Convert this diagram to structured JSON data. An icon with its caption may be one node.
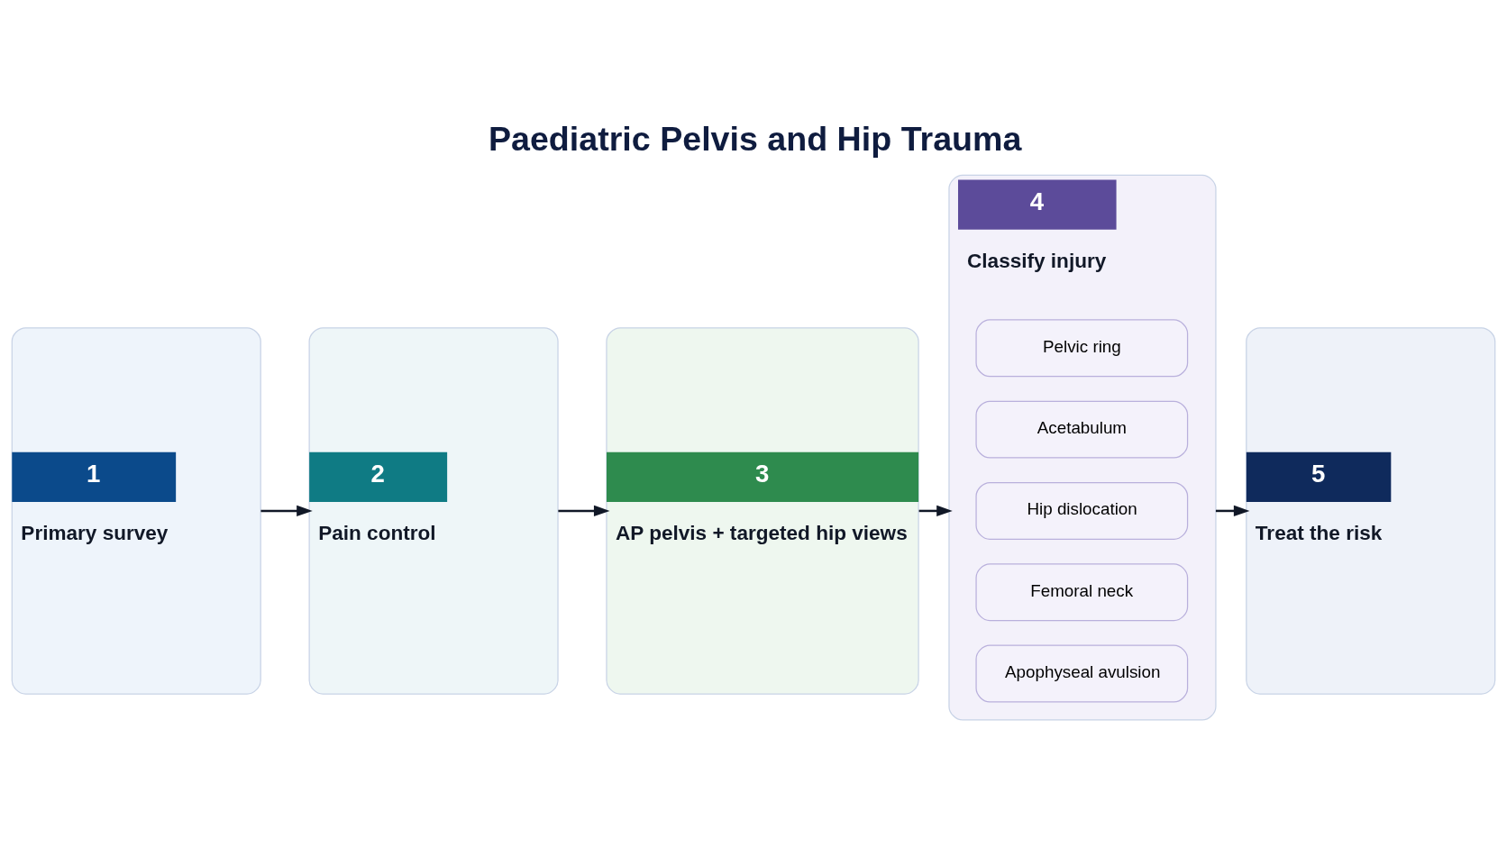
{
  "diagram": {
    "title": "Paediatric Pelvis and Hip Trauma",
    "nodes": [
      {
        "text": [
          "1",
          "Primary survey"
        ]
      },
      {
        "text": [
          "2",
          "Pain control"
        ]
      },
      {
        "text": [
          "3",
          "AP pelvis + targeted hip views"
        ]
      },
      {
        "text": [
          "4",
          "Classify injury"
        ]
      },
      {
        "text": [
          "Pelvic ring"
        ],
        "in": 3
      },
      {
        "text": [
          "Acetabulum"
        ],
        "in": 3
      },
      {
        "text": [
          "Hip dislocation"
        ],
        "in": 3
      },
      {
        "text": [
          "Femoral neck"
        ],
        "in": 3
      },
      {
        "text": [
          "Apophyseal avulsion"
        ],
        "in": 3
      },
      {
        "text": [
          "5",
          "Treat the risk"
        ]
      }
    ],
    "edges": [
      {
        "from": 0,
        "to": 1,
        "arrow": "to"
      },
      {
        "from": 1,
        "to": 2,
        "arrow": "to"
      },
      {
        "from": 2,
        "to": 3,
        "arrow": "to"
      },
      {
        "from": 3,
        "to": 9,
        "arrow": "to"
      }
    ]
  }
}
